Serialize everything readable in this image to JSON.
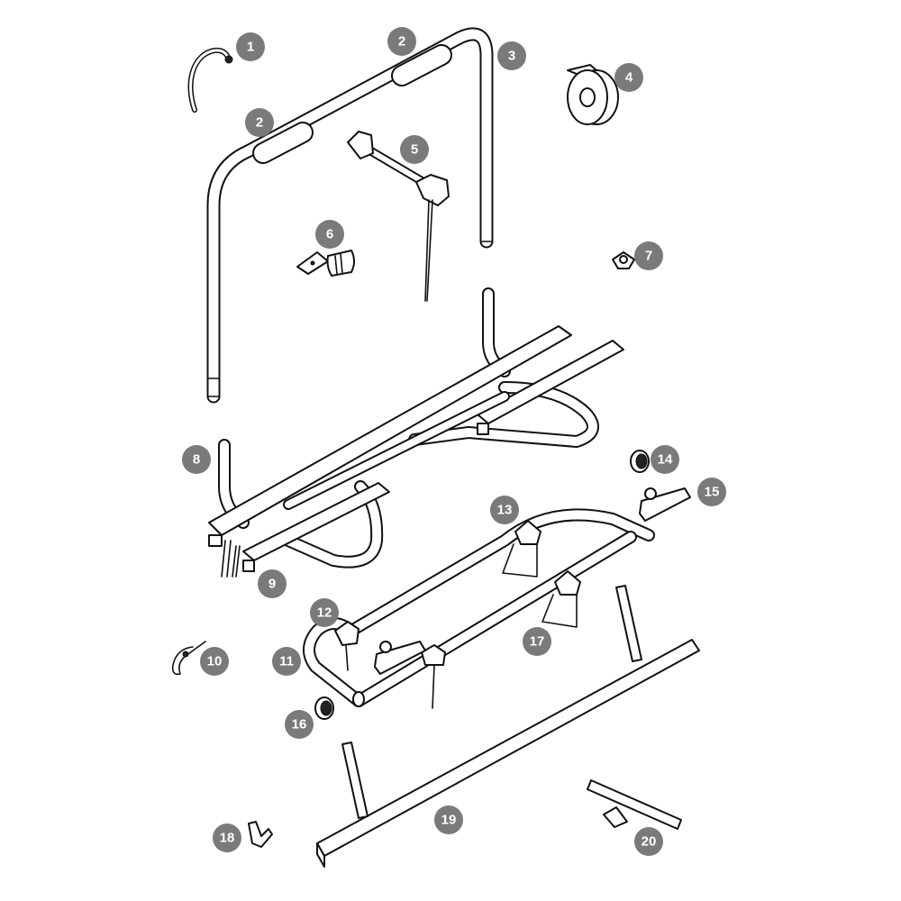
{
  "callouts": [
    {
      "id": "c1",
      "label": "1"
    },
    {
      "id": "c2a",
      "label": "2"
    },
    {
      "id": "c2b",
      "label": "2"
    },
    {
      "id": "c3",
      "label": "3"
    },
    {
      "id": "c4",
      "label": "4"
    },
    {
      "id": "c5",
      "label": "5"
    },
    {
      "id": "c6",
      "label": "6"
    },
    {
      "id": "c7",
      "label": "7"
    },
    {
      "id": "c8",
      "label": "8"
    },
    {
      "id": "c9",
      "label": "9"
    },
    {
      "id": "c10",
      "label": "10"
    },
    {
      "id": "c11",
      "label": "11"
    },
    {
      "id": "c12",
      "label": "12"
    },
    {
      "id": "c13",
      "label": "13"
    },
    {
      "id": "c14",
      "label": "14"
    },
    {
      "id": "c15",
      "label": "15"
    },
    {
      "id": "c16",
      "label": "16"
    },
    {
      "id": "c17",
      "label": "17"
    },
    {
      "id": "c18",
      "label": "18"
    },
    {
      "id": "c19",
      "label": "19"
    },
    {
      "id": "c20",
      "label": "20"
    }
  ],
  "colors": {
    "callout_fill": "#7a7a7a",
    "callout_text": "#ffffff",
    "line": "#111111",
    "background": "#ffffff"
  }
}
